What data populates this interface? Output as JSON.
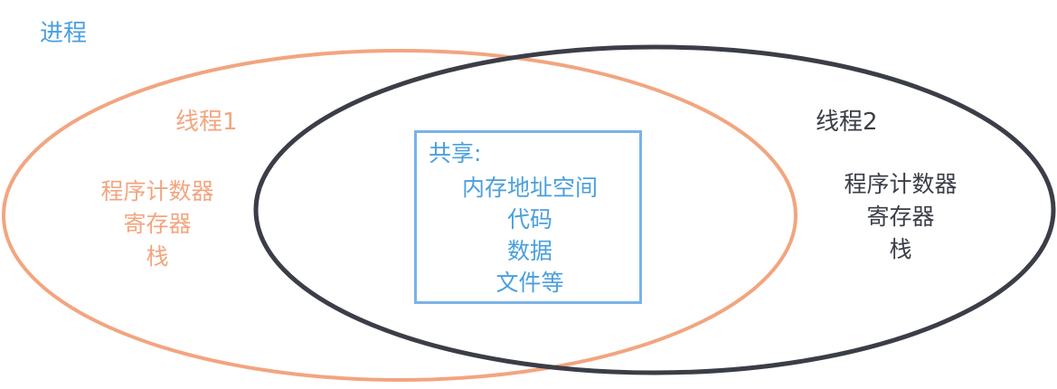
{
  "process": {
    "title": "进程"
  },
  "thread1": {
    "title": "线程1",
    "items": [
      "程序计数器",
      "寄存器",
      "栈"
    ]
  },
  "thread2": {
    "title": "线程2",
    "items": [
      "程序计数器",
      "寄存器",
      "栈"
    ]
  },
  "shared": {
    "title": "共享:",
    "items": [
      "内存地址空间",
      "代码",
      "数据",
      "文件等"
    ]
  },
  "colors": {
    "process": "#4a9fde",
    "thread1": "#f2a57f",
    "thread2": "#3b3d47",
    "shared_border": "#7ab3e8"
  }
}
